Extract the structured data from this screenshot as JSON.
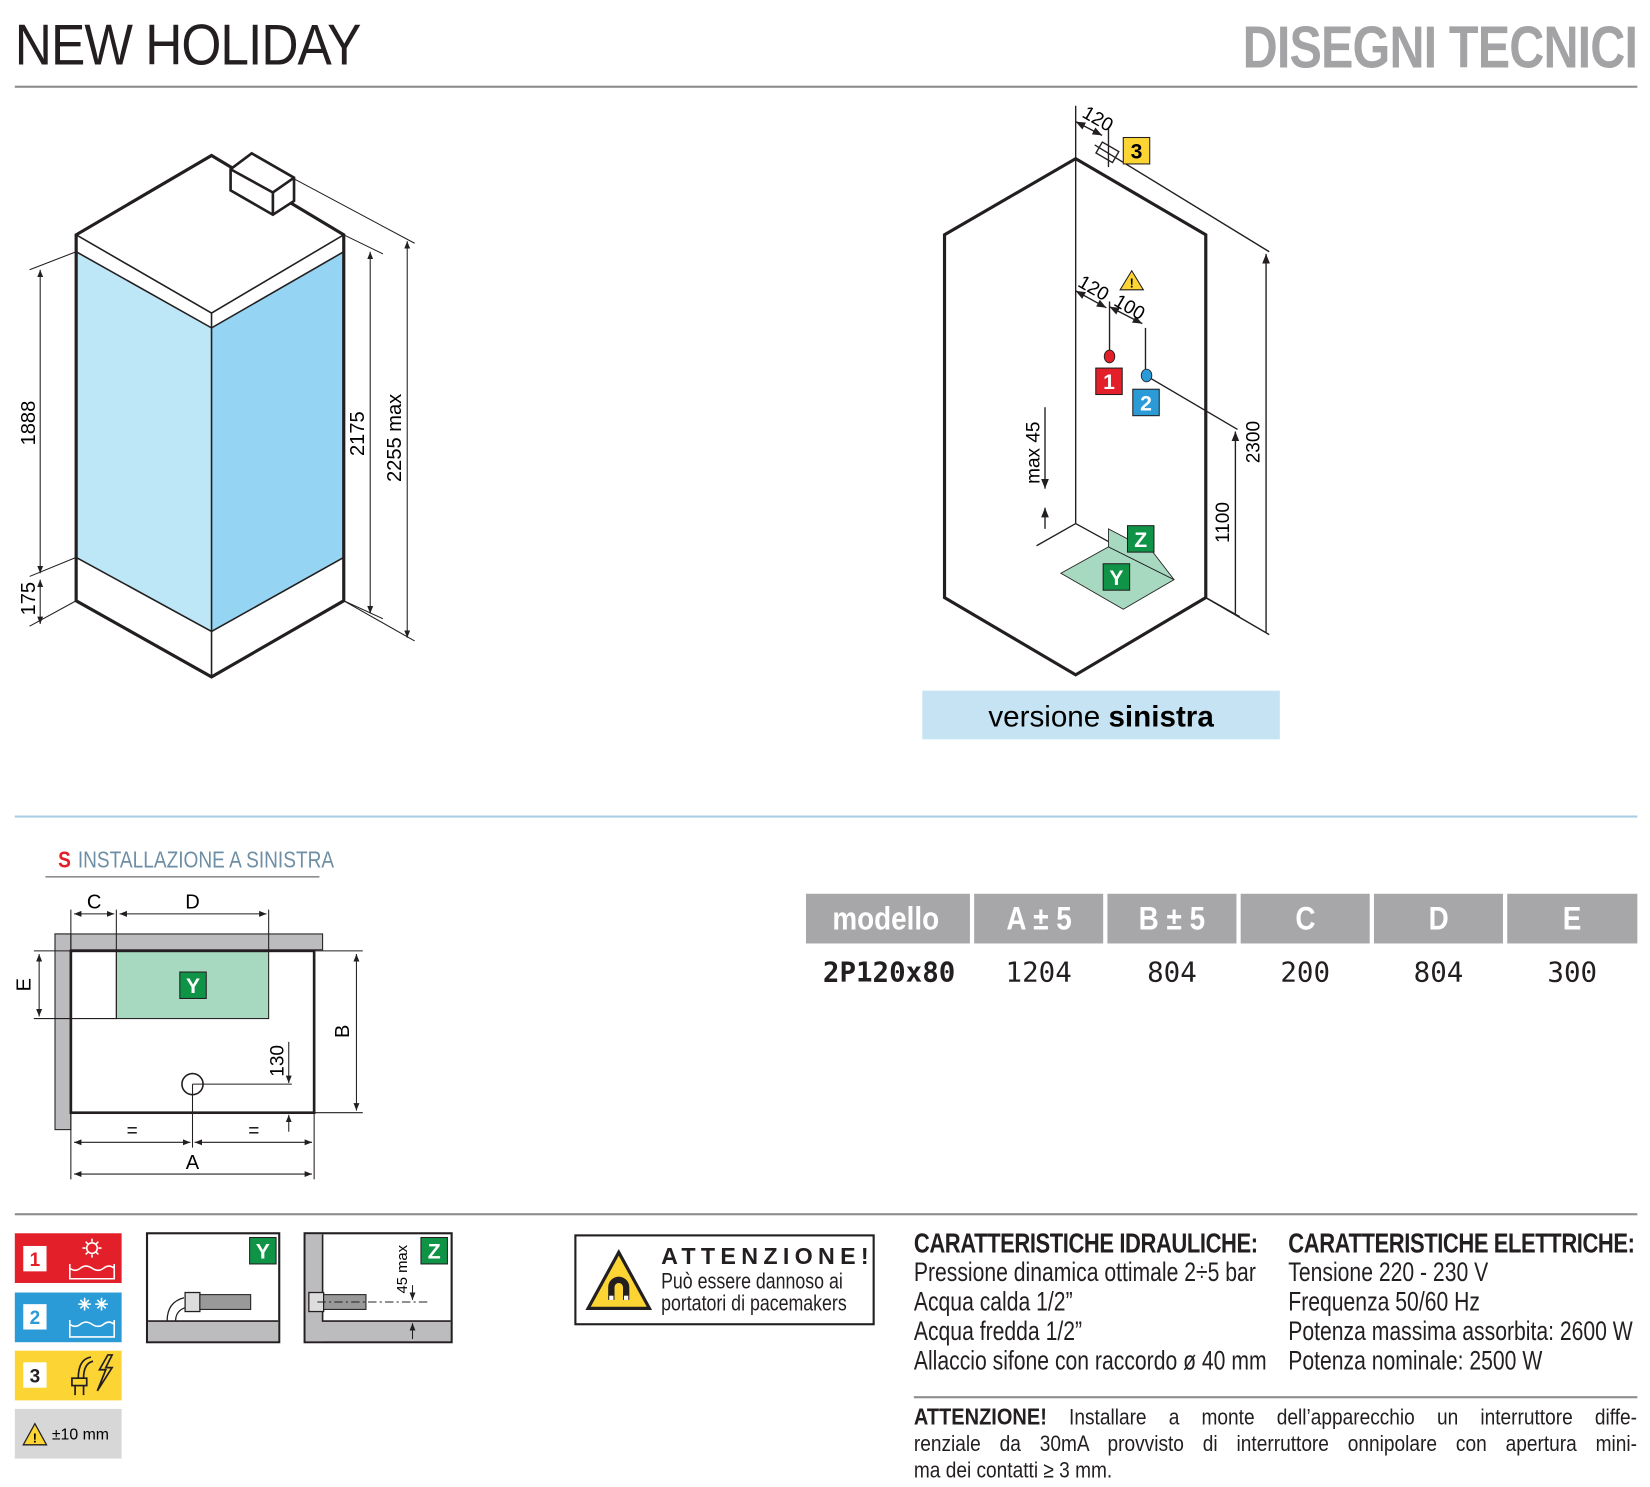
{
  "header": {
    "title_left": "NEW HOLIDAY",
    "title_right": "DISEGNI TECNICI"
  },
  "iso_left": {
    "dims": {
      "glass_height": "1888",
      "base_height": "175",
      "total_height": "2175",
      "max_height": "2255 max"
    },
    "colors": {
      "glass_left": "#bde6f6",
      "glass_right": "#95d5f3"
    }
  },
  "iso_right": {
    "dims": {
      "top_offset": "120",
      "inlet_offset": "120",
      "inlet_spacing": "100",
      "max_45": "max 45",
      "height_2300": "2300",
      "height_1100": "1100"
    },
    "markers": {
      "electric": "3",
      "hot": "1",
      "cold": "2",
      "z": "Z",
      "y": "Y"
    },
    "banner": {
      "normal": "versione ",
      "bold": "sinistra"
    }
  },
  "installation": {
    "letter": "S",
    "title": "INSTALLAZIONE A SINISTRA",
    "labels": {
      "c": "C",
      "d": "D",
      "e": "E",
      "b": "B",
      "a": "A",
      "eq1": "=",
      "eq2": "=",
      "drain_offset": "130",
      "y": "Y"
    }
  },
  "table": {
    "headers": [
      "modello",
      "A ± 5",
      "B ± 5",
      "C",
      "D",
      "E"
    ],
    "rows": [
      [
        "2P120x80",
        "1204",
        "804",
        "200",
        "804",
        "300"
      ]
    ]
  },
  "legend": [
    {
      "num": "1",
      "icon": "sun-water-icon",
      "color": "#e3202a"
    },
    {
      "num": "2",
      "icon": "snowflake-water-icon",
      "color": "#2a9bd7"
    },
    {
      "num": "3",
      "icon": "plug-lightning-icon",
      "color": "#fcd535"
    },
    {
      "icon": "warning-icon",
      "text": "±10 mm",
      "color": "#d7d7d8"
    }
  ],
  "details": {
    "y_label": "Y",
    "z_label": "Z",
    "z_dim": "45 max"
  },
  "pacemaker_warning": {
    "title": "ATTENZIONE!",
    "line1": "Può essere dannoso ai",
    "line2": "portatori di pacemakers"
  },
  "hydraulic": {
    "title": "CARATTERISTICHE IDRAULICHE:",
    "items": [
      "Pressione dinamica ottimale 2÷5 bar",
      "Acqua calda 1/2”",
      "Acqua fredda 1/2”",
      "Allaccio sifone con raccordo ø 40 mm"
    ]
  },
  "electrical": {
    "title": "CARATTERISTICHE ELETTRICHE:",
    "items": [
      "Tensione 220 - 230 V",
      "Frequenza 50/60 Hz",
      "Potenza massima assorbita: 2600 W",
      "Potenza nominale: 2500 W"
    ]
  },
  "attention_note": {
    "bold": "ATTENZIONE!",
    "lines": [
      "Installare a monte dell’apparecchio un interruttore diffe-",
      "renziale da 30mA provvisto di interruttore onnipolare con apertura mini-",
      "ma dei contatti ≥ 3 mm."
    ]
  }
}
